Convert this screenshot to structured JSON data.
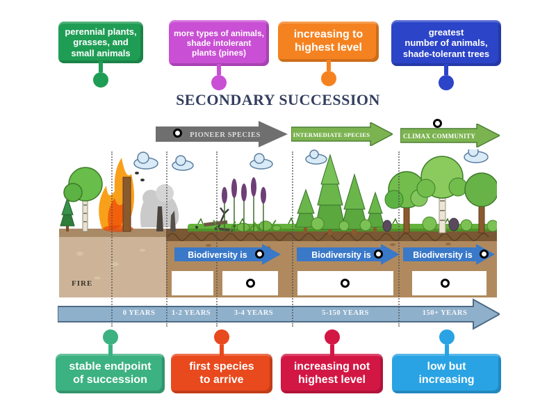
{
  "activity": {
    "title": "SECONDARY SUCCESSION",
    "title_color": "#343f5f"
  },
  "top_chips": [
    {
      "label": "perennial plants,\ngrasses, and\nsmall animals",
      "color": "#1f9d55"
    },
    {
      "label": "more types of animals,\nshade intolerant\nplants (pines)",
      "color": "#c94fd4"
    },
    {
      "label": "increasing to\nhighest level",
      "color": "#f58220"
    },
    {
      "label": "greatest\nnumber of animals,\nshade-tolerant trees",
      "color": "#2b44c8"
    }
  ],
  "bottom_chips": [
    {
      "label": "stable endpoint\nof succession",
      "color": "#3cb181"
    },
    {
      "label": "first species\nto arrive",
      "color": "#e8491d"
    },
    {
      "label": "increasing not\nhighest level",
      "color": "#d31745"
    },
    {
      "label": "low but\nincreasing",
      "color": "#29a3e3"
    }
  ],
  "stage_arrows": [
    {
      "label": "PIONEER SPECIES",
      "color": "#6f6f6f",
      "text_color": "#dcdcdc"
    },
    {
      "label": "INTERMEDIATE SPECIES",
      "color": "#7cb351",
      "text_color": "#ffffff"
    },
    {
      "label": "CLIMAX COMMUNITY",
      "color": "#7cb351",
      "text_color": "#ffffff"
    }
  ],
  "bio_arrows": [
    {
      "label": "Biodiversity is",
      "color": "#3a78c8"
    },
    {
      "label": "Biodiversity is",
      "color": "#3a78c8"
    },
    {
      "label": "Biodiversity is",
      "color": "#3a78c8"
    }
  ],
  "timeline": {
    "labels": [
      "0 YEARS",
      "1-2 YEARS",
      "3-4 YEARS",
      "5-150 YEARS",
      "150+ YEARS"
    ],
    "color": "#8fb0cb",
    "outline": "#4f6b85"
  },
  "scene": {
    "fire_label": "FIRE"
  },
  "answer_slot_marker": {
    "ring": "#000000",
    "fill": "#ffffff"
  }
}
